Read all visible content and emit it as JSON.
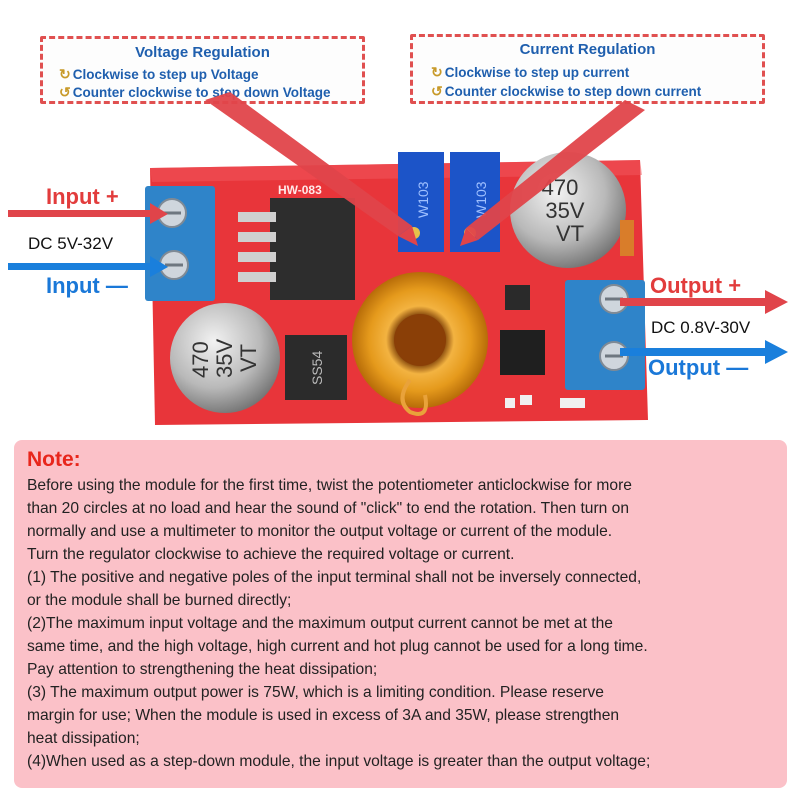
{
  "voltage_box": {
    "title": "Voltage Regulation",
    "cw": "Clockwise to step up Voltage",
    "ccw": "Counter clockwise to step down Voltage",
    "cw_icon": "clockwise-arrow-icon",
    "ccw_icon": "counterclockwise-arrow-icon"
  },
  "current_box": {
    "title": "Current Regulation",
    "cw": "Clockwise to step up current",
    "ccw": "Counter clockwise to step down current",
    "cw_icon": "clockwise-arrow-icon",
    "ccw_icon": "counterclockwise-arrow-icon"
  },
  "input": {
    "plus": "Input +",
    "range": "DC 5V-32V",
    "minus": "Input —"
  },
  "output": {
    "plus": "Output +",
    "range": "DC 0.8V-30V",
    "minus": "Output —"
  },
  "board": {
    "model": "HW-083",
    "cap_left": [
      "470",
      "35V",
      "VT"
    ],
    "cap_right": [
      "470",
      "35V",
      "VT"
    ],
    "diode": "SS54",
    "pot_left": "W103",
    "pot_right": "W103"
  },
  "colors": {
    "pcb": "#e8353a",
    "terminal": "#2f84c9",
    "arrow_red": "#e0444a",
    "arrow_blue": "#1a7fdc",
    "coil": "#e5a020",
    "note_bg": "#fbc1c8"
  },
  "note": {
    "title": "Note:",
    "lines": [
      "Before using the module for the first time, twist the potentiometer anticlockwise for more",
      "than 20 circles at no load and hear the sound of \"click\" to end the rotation. Then turn on",
      "normally and use a multimeter to monitor the output voltage or current of the module.",
      "Turn the regulator clockwise to achieve the required voltage or current.",
      "(1) The positive and negative poles of the input terminal shall not be inversely connected,",
      "or the module shall be burned directly;",
      "(2)The maximum input voltage and the maximum output current cannot be met at the",
      "same time, and the high voltage, high current and hot plug cannot be used for a long time.",
      "Pay attention to strengthening the heat dissipation;",
      "(3) The maximum output power is 75W, which is a limiting condition. Please reserve",
      "margin for use; When the module is used in excess of 3A and 35W, please strengthen",
      "heat dissipation;",
      "(4)When used as a step-down module, the input voltage is greater than the output voltage;"
    ]
  }
}
